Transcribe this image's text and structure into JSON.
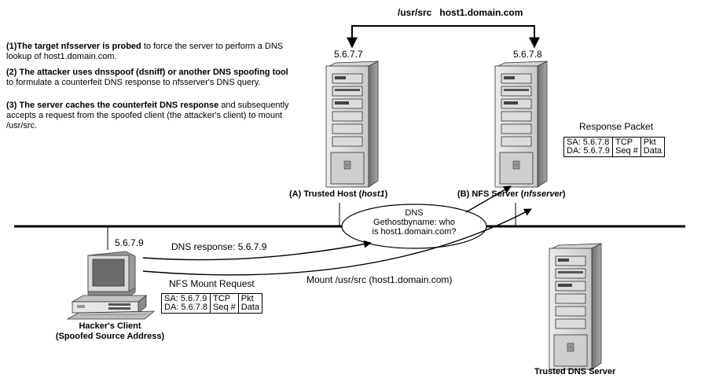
{
  "path": {
    "export": "/usr/src",
    "host": "host1.domain.com"
  },
  "steps": [
    {
      "bold": "(1)The target nfsserver is probed",
      "rest": " to force the server to perform a DNS lookup of host1.domain.com."
    },
    {
      "bold": "(2) The attacker uses dnsspoof (dsniff) or another DNS spoofing tool",
      "rest": " to formulate a counterfeit DNS response to nfsserver's DNS query."
    },
    {
      "bold": "(3) The server caches the counterfeit DNS response",
      "rest": " and subsequently accepts a request from the spoofed client (the attacker's client) to mount /usr/src."
    }
  ],
  "trusted_host": {
    "ip": "5.6.7.7",
    "label": "(A) Trusted Host (",
    "name": "host1",
    "close": ")"
  },
  "nfs_server": {
    "ip": "5.6.7.8",
    "label": "(B) NFS Server (",
    "name": "nfsserver",
    "close": ")"
  },
  "response_packet": {
    "title": "Response Packet",
    "sa": "SA: 5.6.7.8",
    "da": "DA: 5.6.7.9",
    "proto": "TCP",
    "seq": "Seq #",
    "pkt": "Pkt",
    "data": "Data"
  },
  "dns_bubble": {
    "title": "DNS",
    "line1": "Gethostbyname: who",
    "line2": "is host1.domain.com?"
  },
  "client_ip": "5.6.7.9",
  "dns_response": "DNS response: 5.6.7.9",
  "mount_label": "Mount /usr/src (host1.domain.com)",
  "nfs_mount": {
    "title": "NFS Mount Request",
    "sa": "SA: 5.6.7.9",
    "da": "DA: 5.6.7.8",
    "proto": "TCP",
    "seq": "Seq #",
    "pkt": "Pkt",
    "data": "Data"
  },
  "hacker": {
    "line1": "Hacker's Client",
    "line2": "(Spoofed Source Address)"
  },
  "dns_server": "Trusted DNS Server"
}
